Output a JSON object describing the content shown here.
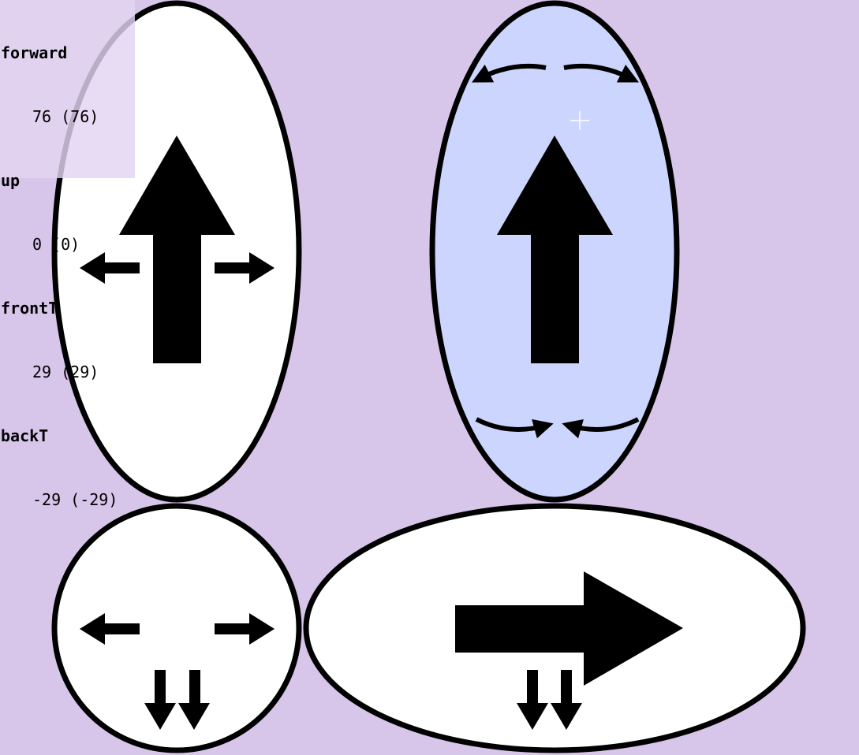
{
  "readout": {
    "forward": {
      "label": "forward",
      "value": "76 (76)"
    },
    "up": {
      "label": "up",
      "value": "0 (0)"
    },
    "frontT": {
      "label": "frontT",
      "value": "29 (29)"
    },
    "backT": {
      "label": "backT",
      "value": "-29 (-29)"
    }
  },
  "controls": {
    "forward_pad": {
      "active": false,
      "icon": "forward-arrow-with-strafe-icon"
    },
    "turn_pad": {
      "active": true,
      "icon": "forward-arrow-with-rotate-icon"
    },
    "down_pad": {
      "icon": "strafe-and-descend-icon"
    },
    "right_pad": {
      "icon": "right-arrow-with-descend-icon"
    }
  },
  "colors": {
    "background": "#d7c5ea",
    "pad_fill": "#ffffff",
    "pad_active_fill": "#ccd5fd",
    "stroke": "#000000",
    "readout_bg": "#e3d4f2"
  }
}
